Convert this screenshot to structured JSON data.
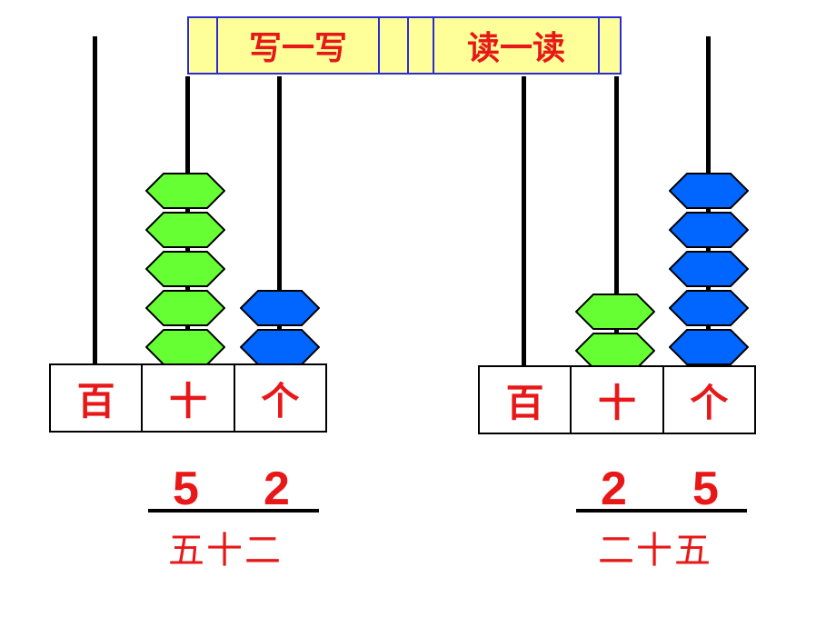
{
  "header": {
    "write_label": "写一写",
    "read_label": "读一读"
  },
  "colors": {
    "green_bead": "#66ff33",
    "blue_bead": "#0066ff",
    "red_text": "#e81818",
    "header_bg": "#ffff99",
    "header_border": "#2b2bd6"
  },
  "abacus_left": {
    "places": [
      "百",
      "十",
      "个"
    ],
    "beads": {
      "hundreds": 0,
      "tens": 5,
      "ones": 2
    },
    "digits": [
      "5",
      "2"
    ],
    "reading": "五十二"
  },
  "abacus_right": {
    "places": [
      "百",
      "十",
      "个"
    ],
    "beads": {
      "hundreds": 0,
      "tens": 2,
      "ones": 5
    },
    "digits": [
      "2",
      "5"
    ],
    "reading": "二十五"
  }
}
